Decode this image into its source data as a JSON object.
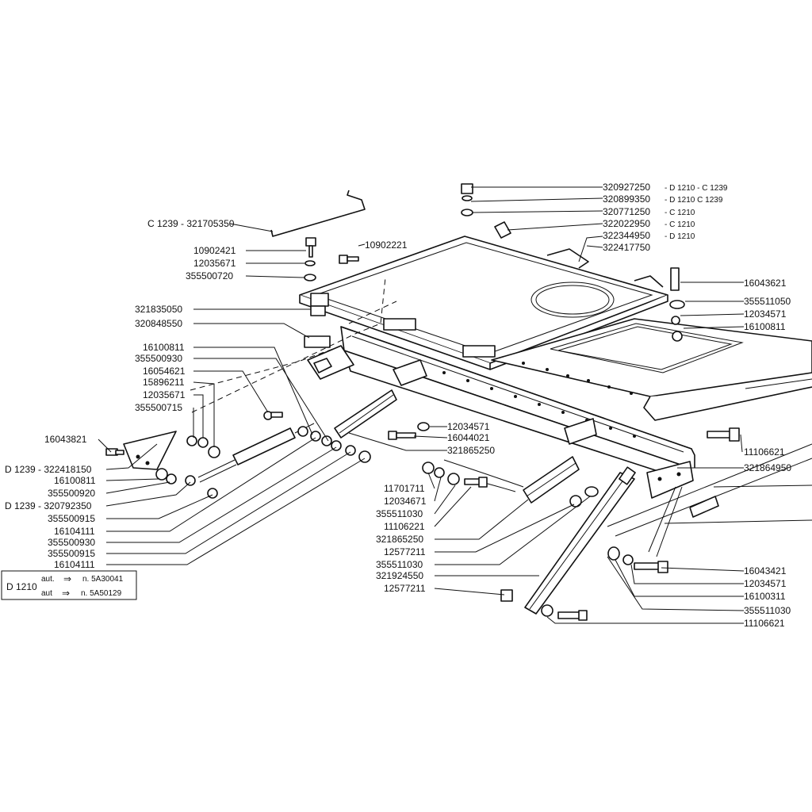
{
  "labels": {
    "l320927250": "320927250",
    "l320927250_note": "- D 1210 - C 1239",
    "l320899350": "320899350",
    "l320899350_note": "- D 1210   C 1239",
    "l320771250": "320771250",
    "l320771250_note": "- C 1210",
    "l322022950": "322022950",
    "l322022950_note": "- C 1210",
    "l322344950": "322344950",
    "l322344950_note": "- D 1210",
    "l322417750": "322417750",
    "l321705350": "C 1239 - 321705350",
    "l10902421": "10902421",
    "l12035671a": "12035671",
    "l355500720": "355500720",
    "l10902221": "10902221",
    "l16043621": "16043621",
    "l355511050": "355511050",
    "l12034571a": "12034571",
    "l16100811a": "16100811",
    "l321835050": "321835050",
    "l320848550": "320848550",
    "l16100811b": "16100811",
    "l355500930a": "355500930",
    "l16054621": "16054621",
    "l15896211": "15896211",
    "l12035671b": "12035671",
    "l355500715": "355500715",
    "l16043821": "16043821",
    "l322418150": "D 1239 - 322418150",
    "l16100811c": "16100811",
    "l355500920": "355500920",
    "l320792350": "D 1239 - 320792350",
    "l355500915a": "355500915",
    "l16104111a": "16104111",
    "l355500930b": "355500930",
    "l355500915b": "355500915",
    "l16104111b": "16104111",
    "l12034571b": "12034571",
    "l16044021": "16044021",
    "l321865250a": "321865250",
    "l11106621a": "11106621",
    "l321864950": "321864950",
    "l11701711": "11701711",
    "l12034671": "12034671",
    "l355511030a": "355511030",
    "l11106221": "11106221",
    "l321865250b": "321865250",
    "l12577211a": "12577211",
    "l355511030b": "355511030",
    "l321924550": "321924550",
    "l12577211b": "12577211",
    "l16043421": "16043421",
    "l12034571c": "12034571",
    "l16100311": "16100311",
    "l355511030c": "355511030",
    "l11106621b": "11106621"
  },
  "legend": {
    "model": "D 1210",
    "row1_prefix": "aut.",
    "row1_arrow": "⇒",
    "row1_value": "n. 5A30041",
    "row2_prefix": "aut",
    "row2_arrow": "⇒",
    "row2_value": "n. 5A50129"
  }
}
